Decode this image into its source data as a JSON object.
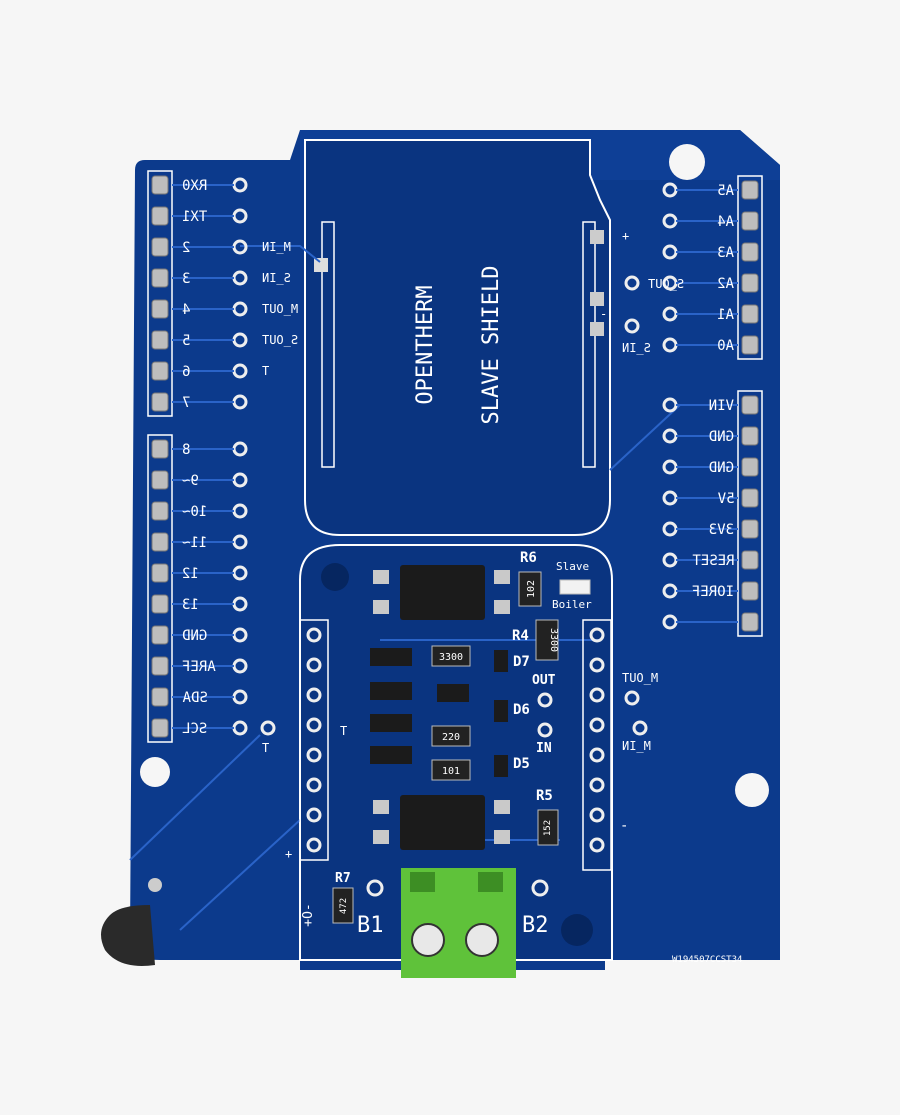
{
  "board": {
    "title_line1": "OPENTHERM",
    "title_line2": "SLAVE SHIELD",
    "serial": "W194507CCST34",
    "colors": {
      "pcb": "#0c3a8c",
      "pcb_dark": "#082c6e",
      "trace": "#1a55c0",
      "silk": "#ffffff",
      "terminal": "#5fc23a",
      "background": "#f6f6f6"
    }
  },
  "left_header_1": [
    "RX0",
    "TX1",
    "2",
    "3",
    "4",
    "5",
    "6",
    "7"
  ],
  "left_header_2": [
    "8",
    "9~",
    "10~",
    "11~",
    "12",
    "13",
    "GND",
    "AREF",
    "SDA",
    "SCL"
  ],
  "left_signals": [
    "M_IN",
    "S_IN",
    "M_OUT",
    "S_OUT",
    "T"
  ],
  "right_header_1": [
    "A5",
    "A4",
    "A3",
    "A2",
    "A1",
    "A0"
  ],
  "right_header_2": [
    "VIN",
    "GND",
    "GND",
    "5V",
    "3V3",
    "RESET",
    "IOREF",
    ""
  ],
  "right_signals": {
    "s_out": "S_OUT",
    "s_in": "S_IN",
    "plus": "+",
    "minus": "-"
  },
  "lower": {
    "r6": "R6",
    "r6_value": "102",
    "led_slave": "Slave",
    "led_boiler": "Boiler",
    "r4": "R4",
    "r4_value": "3300",
    "r3_value": "3300",
    "d7": "D7",
    "d6": "D6",
    "d5": "D5",
    "out": "OUT",
    "in": "IN",
    "r_220": "220",
    "r_101": "101",
    "r5": "R5",
    "r5_value": "152",
    "r7": "R7",
    "r7_value": "472",
    "b1": "B1",
    "b2": "B2",
    "m_out": "M_OUT",
    "m_in": "M_IN",
    "t": "T",
    "t2": "T",
    "plus": "+",
    "minus": "-",
    "sensor_pins": "+O-"
  }
}
